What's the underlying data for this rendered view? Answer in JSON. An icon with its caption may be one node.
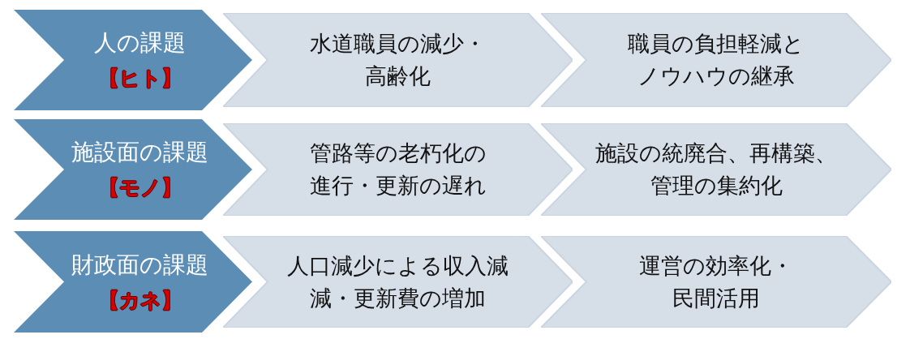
{
  "diagram": {
    "nodes": [
      {
        "text": [
          "人の課題",
          "【ヒト】"
        ]
      },
      {
        "text": [
          "水道職員の減少・高齢化"
        ]
      },
      {
        "text": [
          "職員の負担軽減とノウハウの継承"
        ]
      },
      {
        "text": [
          "施設面の課題",
          "【モノ】"
        ]
      },
      {
        "text": [
          "管路等の老朽化の進行・更新の遅れ"
        ]
      },
      {
        "text": [
          "施設の統廃合、再構築、管理の集約化"
        ]
      },
      {
        "text": [
          "財政面の課題",
          "【カネ】"
        ]
      },
      {
        "text": [
          "人口減少による収入減減・更新費の増加"
        ]
      },
      {
        "text": [
          "運営の効率化・民間活用"
        ]
      }
    ]
  }
}
